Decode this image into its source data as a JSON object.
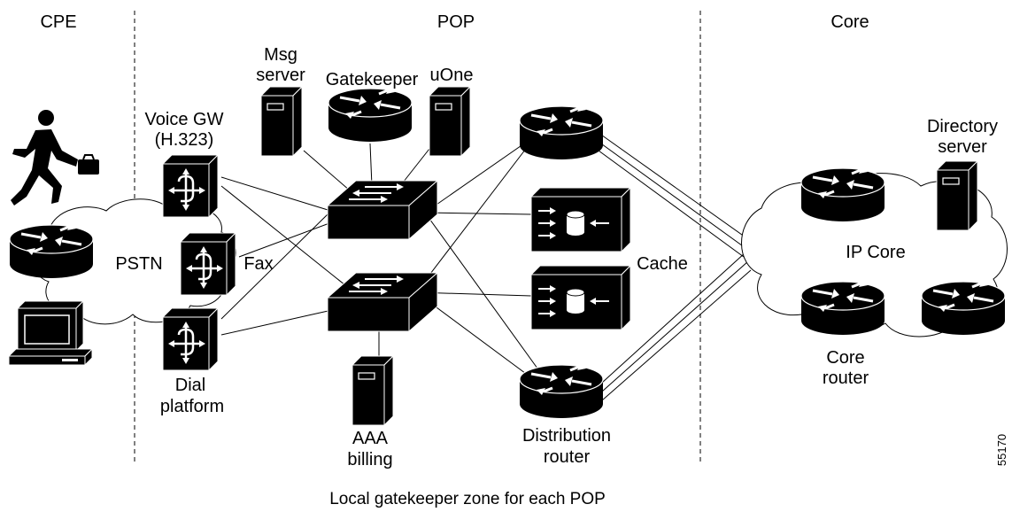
{
  "zones": {
    "cpe": "CPE",
    "pop": "POP",
    "core": "Core"
  },
  "labels": {
    "msg_server_1": "Msg",
    "msg_server_2": "server",
    "gatekeeper": "Gatekeeper",
    "uone": "uOne",
    "voice_gw_1": "Voice GW",
    "voice_gw_2": "(H.323)",
    "pstn": "PSTN",
    "fax": "Fax",
    "cache": "Cache",
    "dial_platform_1": "Dial",
    "dial_platform_2": "platform",
    "aaa_1": "AAA",
    "aaa_2": "billing",
    "distribution_1": "Distribution",
    "distribution_2": "router",
    "directory_1": "Directory",
    "directory_2": "server",
    "ip_core": "IP Core",
    "core_router_1": "Core",
    "core_router_2": "router"
  },
  "caption": "Local gatekeeper zone for each POP",
  "figure_id": "55170",
  "icons": {
    "person": "running-person-icon",
    "router": "router-icon",
    "server": "server-tower-icon",
    "switch": "switch-icon",
    "gateway": "voice-gateway-icon",
    "cache": "cache-engine-icon",
    "pc": "workstation-icon",
    "cloud": "cloud-icon"
  },
  "colors": {
    "device_fill": "#000000",
    "line": "#000000",
    "background": "#ffffff"
  }
}
